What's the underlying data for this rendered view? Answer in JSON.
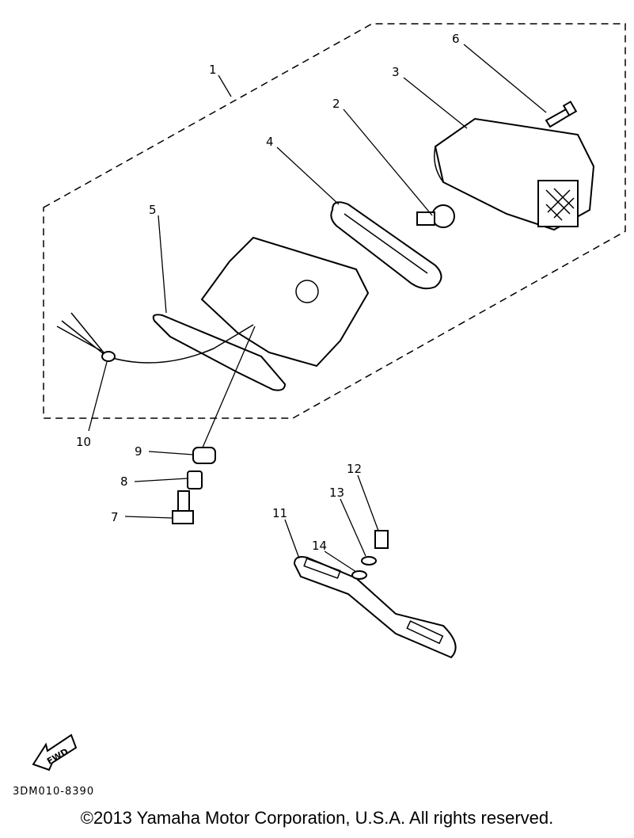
{
  "diagram": {
    "callouts": [
      "1",
      "2",
      "3",
      "4",
      "5",
      "6",
      "7",
      "8",
      "9",
      "10",
      "11",
      "12",
      "13",
      "14"
    ],
    "direction_arrow": "FWD",
    "diagram_code": "3DM010-8390"
  },
  "footer": {
    "copyright": "©2013 Yamaha Motor Corporation, U.S.A. All rights reserved."
  }
}
